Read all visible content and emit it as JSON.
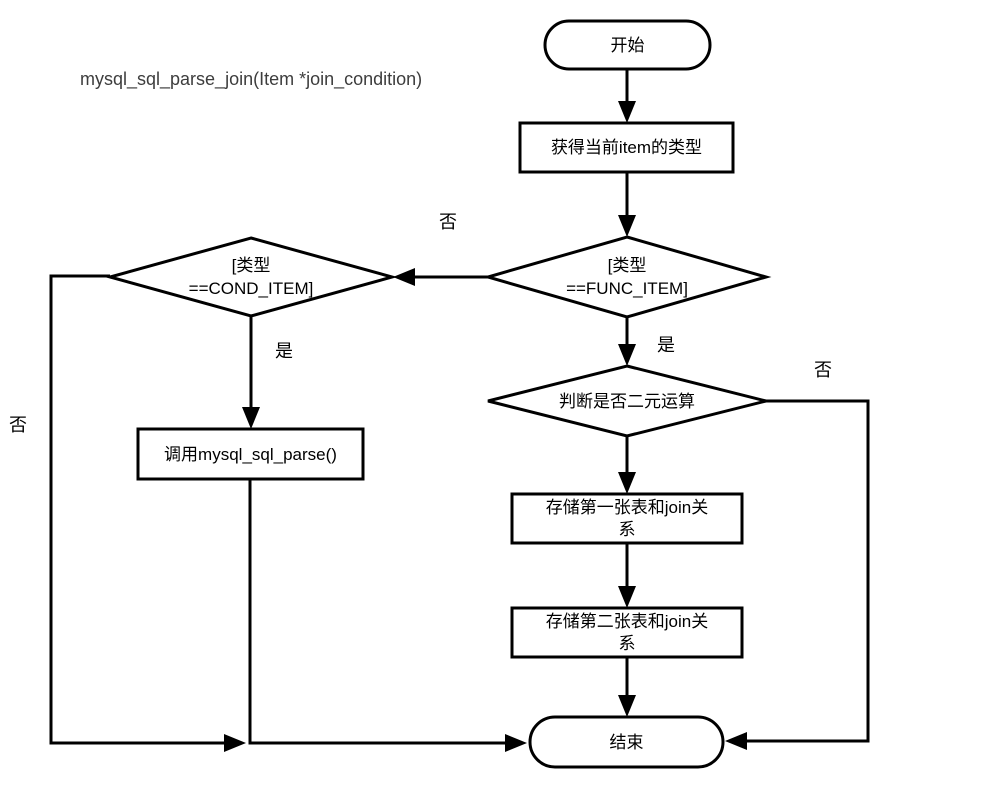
{
  "title": "mysql_sql_parse_join(Item *join_condition)",
  "nodes": {
    "start": {
      "label": "开始"
    },
    "get_type": {
      "label": "获得当前item的类型"
    },
    "func_item": {
      "label": "[类型\n==FUNC_ITEM]"
    },
    "cond_item": {
      "label": "[类型\n==COND_ITEM]"
    },
    "binary_check": {
      "label": "判断是否二元运算"
    },
    "call_parse": {
      "label": "调用mysql_sql_parse()"
    },
    "store_first": {
      "label": "存储第一张表和join关\n系"
    },
    "store_second": {
      "label": "存储第二张表和join关\n系"
    },
    "end": {
      "label": "结束"
    }
  },
  "edge_labels": {
    "func_item_no": "否",
    "func_item_yes": "是",
    "cond_item_yes": "是",
    "cond_item_no": "否",
    "binary_check_no": "否"
  },
  "colors": {
    "line": "#000000",
    "fill": "#ffffff",
    "text": "#000000",
    "title_text": "#3d3d3d",
    "background": "#ffffff"
  }
}
